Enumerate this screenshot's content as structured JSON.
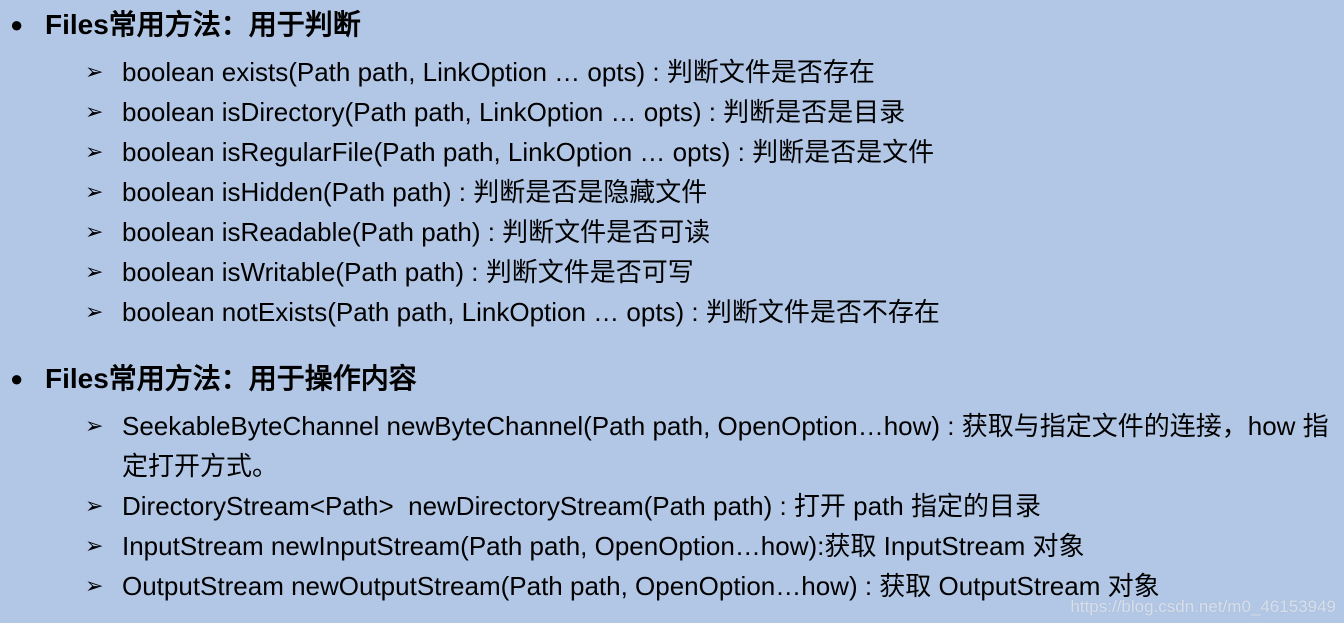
{
  "page": {
    "background_color": "#b2c7e6",
    "text_color": "#000000"
  },
  "sections": [
    {
      "bullet": "●",
      "item_marker": "➢",
      "title": "Files常用方法：用于判断",
      "items": [
        "boolean exists(Path path, LinkOption … opts) : 判断文件是否存在",
        "boolean isDirectory(Path path, LinkOption … opts) : 判断是否是目录",
        "boolean isRegularFile(Path path, LinkOption … opts) : 判断是否是文件",
        "boolean isHidden(Path path) : 判断是否是隐藏文件",
        "boolean isReadable(Path path) : 判断文件是否可读",
        "boolean isWritable(Path path) : 判断文件是否可写",
        "boolean notExists(Path path, LinkOption … opts) : 判断文件是否不存在"
      ]
    },
    {
      "bullet": "●",
      "item_marker": "➢",
      "title": "Files常用方法：用于操作内容",
      "items": [
        "SeekableByteChannel newByteChannel(Path path, OpenOption…how) : 获取与指定文件的连接，how 指定打开方式。",
        "DirectoryStream<Path>  newDirectoryStream(Path path) : 打开 path 指定的目录",
        "InputStream newInputStream(Path path, OpenOption…how):获取 InputStream 对象",
        "OutputStream newOutputStream(Path path, OpenOption…how) : 获取 OutputStream 对象"
      ]
    }
  ],
  "watermark": {
    "text": "https://blog.csdn.net/m0_46153949"
  }
}
